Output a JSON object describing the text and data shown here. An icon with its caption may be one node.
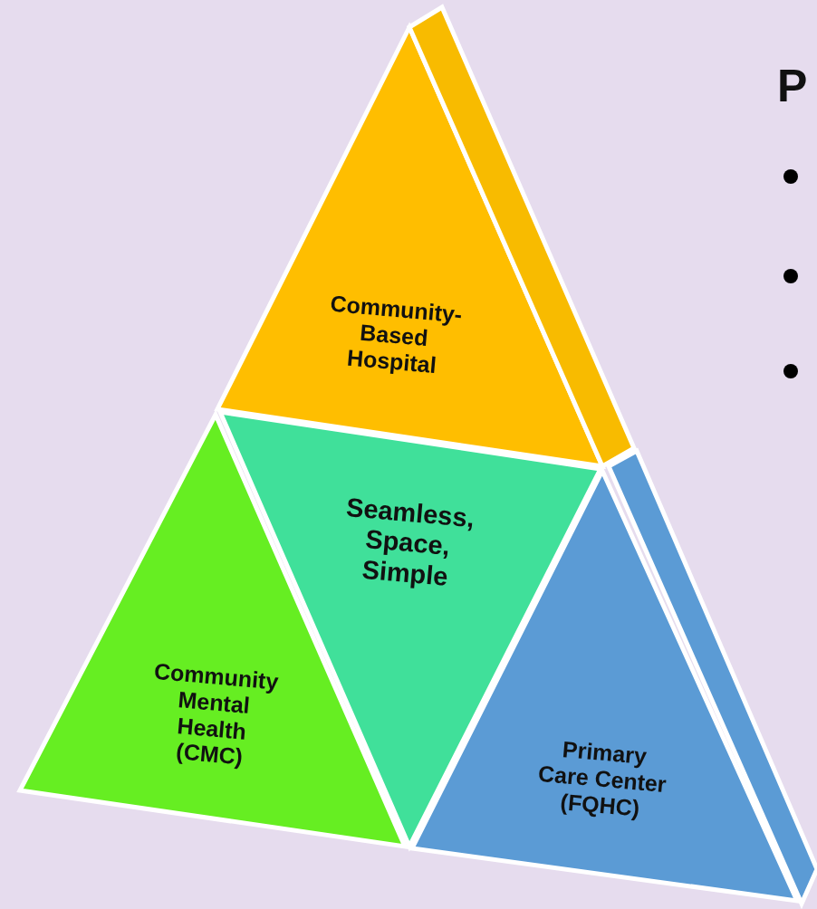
{
  "diagram": {
    "nodes": [
      {
        "text": [
          "Community-Based Hospital"
        ]
      },
      {
        "text": [
          "Community Mental Health (CMC)"
        ]
      },
      {
        "text": [
          "Seamless, Space, Simple"
        ]
      },
      {
        "text": [
          "Primary Care Center (FQHC)"
        ]
      },
      {
        "text": [],
        "shape": "bar"
      },
      {
        "text": [],
        "shape": "bar"
      }
    ],
    "labels": [
      "P"
    ]
  }
}
